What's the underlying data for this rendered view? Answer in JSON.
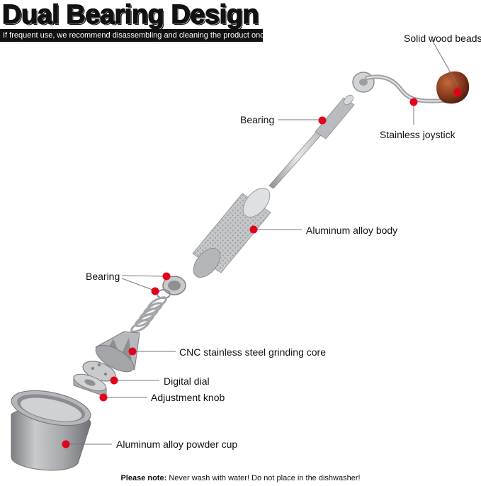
{
  "header": {
    "title": "Dual Bearing Design",
    "subtitle": "If frequent use, we recommend disassembling and cleaning the product once a week."
  },
  "labels": {
    "solid_wood_beads": "Solid wood beads",
    "bearing_top": "Bearing",
    "stainless_joystick": "Stainless joystick",
    "aluminum_body": "Aluminum alloy body",
    "bearing_lower": "Bearing",
    "grinding_core": "CNC stainless steel grinding core",
    "digital_dial": "Digital dial",
    "adjustment_knob": "Adjustment knob",
    "powder_cup": "Aluminum alloy powder cup"
  },
  "footer": {
    "note_label": "Please note:",
    "note_text": "Never wash with water! Do not place in the dishwasher!"
  },
  "colors": {
    "marker": "#e3001b",
    "metal": "#a9abae",
    "wood": "#8a3b1c",
    "banner": "#111111"
  }
}
